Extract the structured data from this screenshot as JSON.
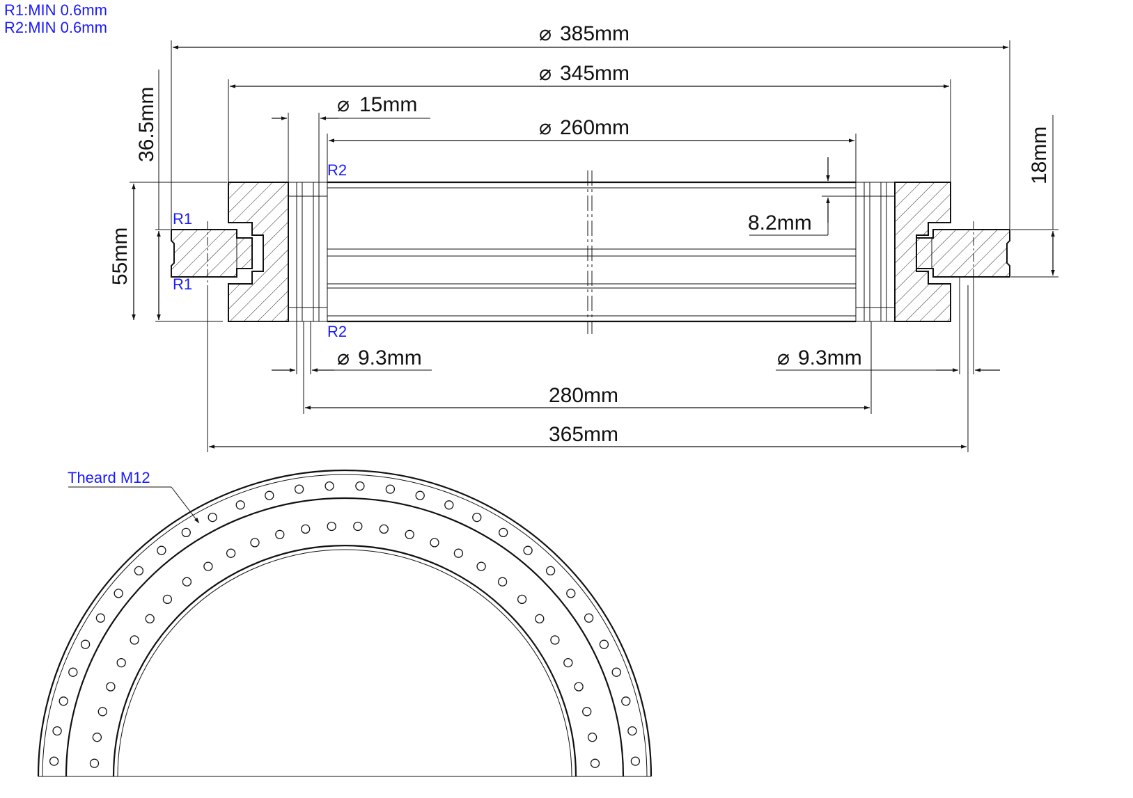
{
  "notes": {
    "r1": "R1:MIN 0.6mm",
    "r2": "R2:MIN 0.6mm",
    "thread": "Theard M12"
  },
  "labels": {
    "r1_top": "R1",
    "r1_bottom": "R1",
    "r2_top": "R2",
    "r2_bottom": "R2"
  },
  "dimensions": {
    "d385": "385mm",
    "d345": "345mm",
    "d15": "15mm",
    "d260": "260mm",
    "h36_5": "36.5mm",
    "h55": "55mm",
    "h18": "18mm",
    "h8_2": "8.2mm",
    "d9_3_left": "9.3mm",
    "d9_3_right": "9.3mm",
    "w280": "280mm",
    "w365": "365mm"
  },
  "symbols": {
    "diameter": "⌀"
  },
  "colors": {
    "annotation": "#1a1aff",
    "line": "#111111"
  }
}
